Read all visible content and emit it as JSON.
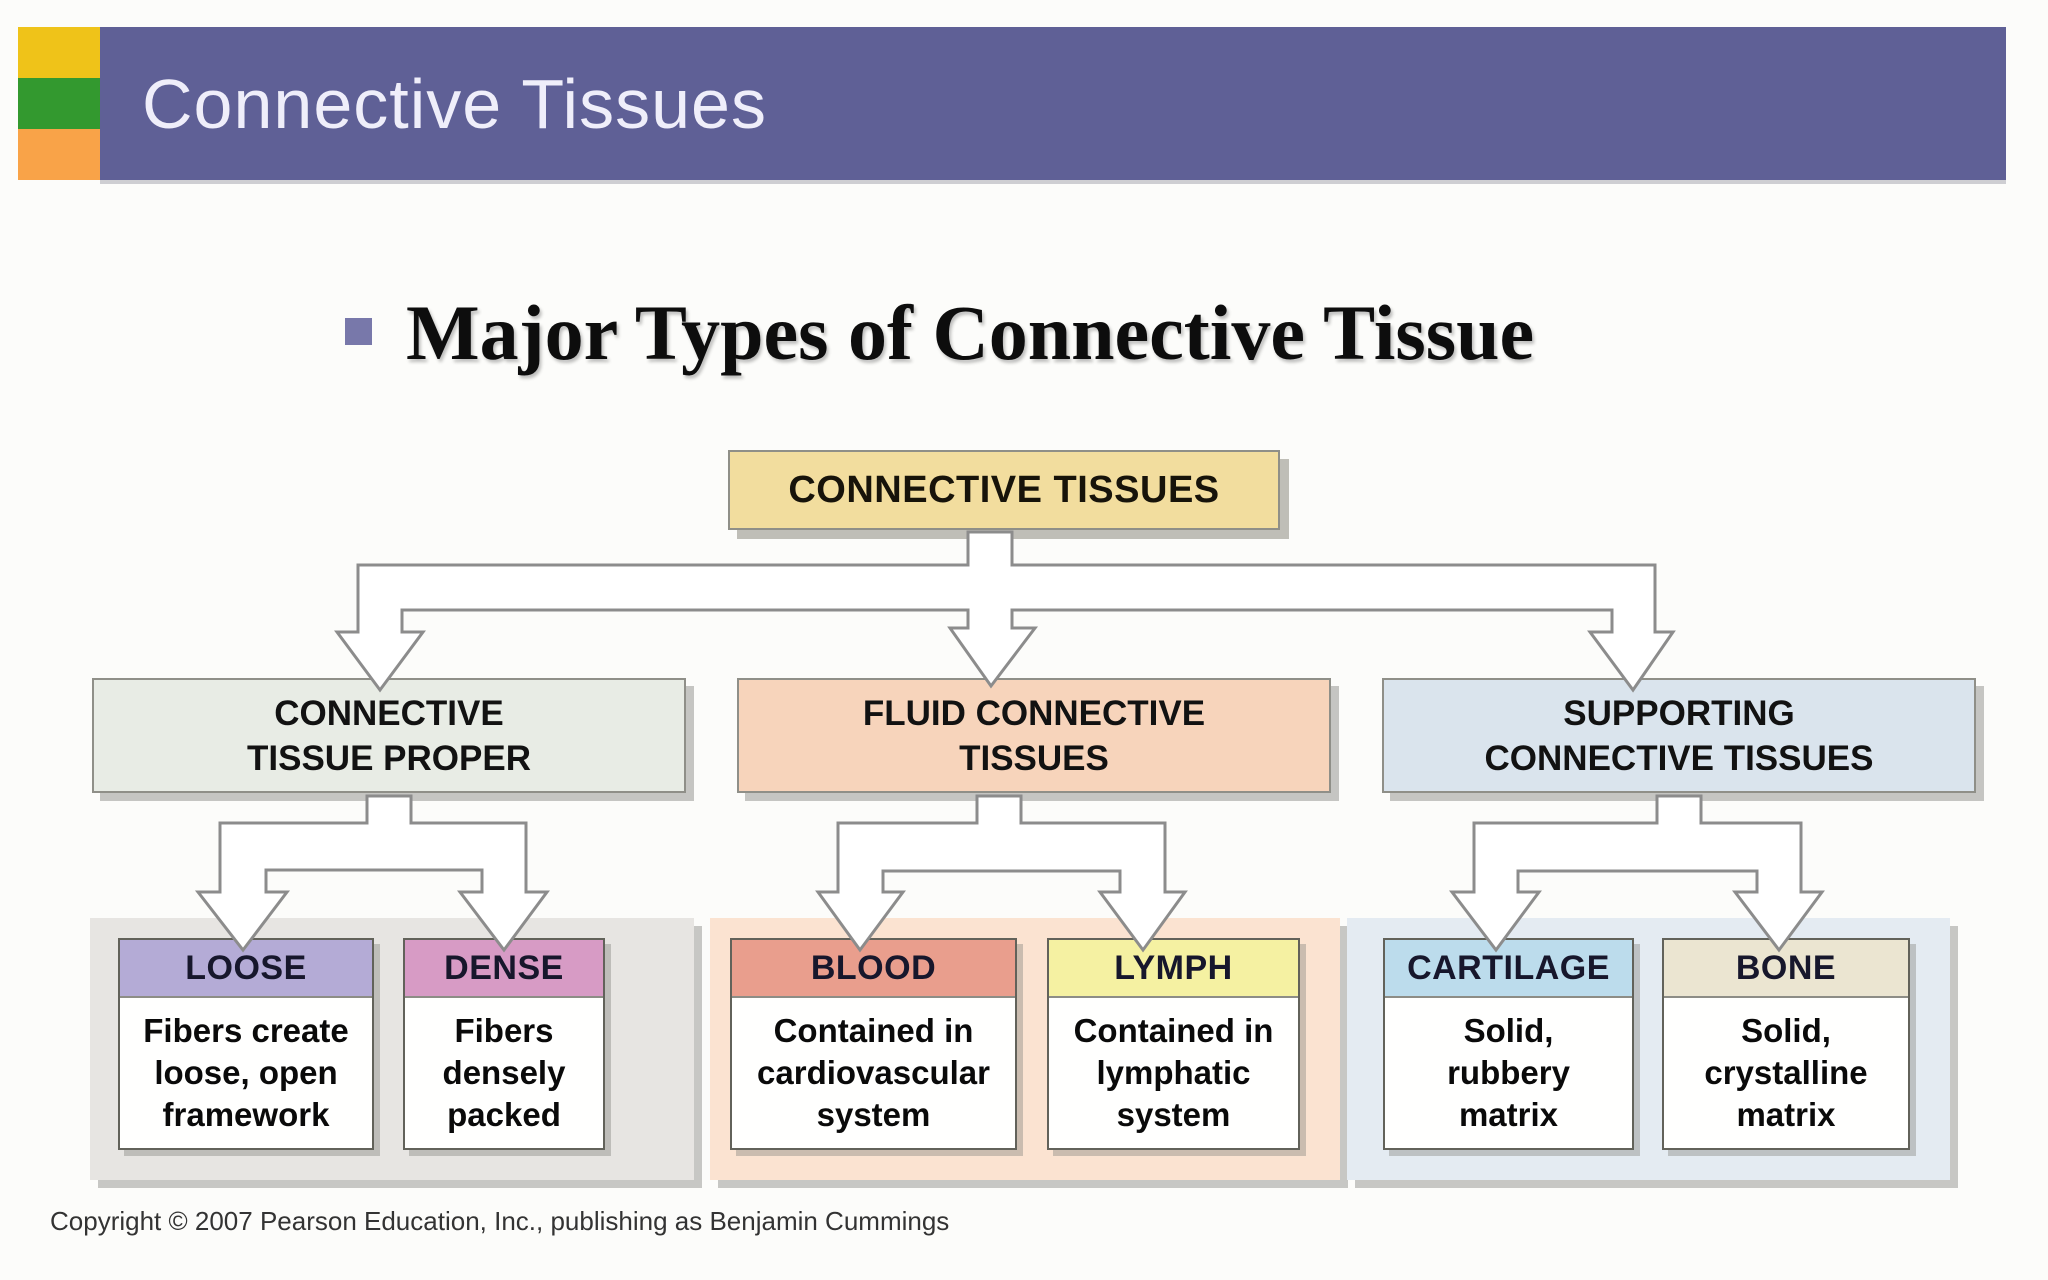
{
  "slide": {
    "title": "Connective Tissues",
    "heading": "Major Types of Connective Tissue",
    "copyright": "Copyright © 2007 Pearson Education, Inc., publishing as Benjamin Cummings"
  },
  "colors": {
    "header_bar": "#5f6096",
    "header_square_yellow": "#efc319",
    "header_square_green": "#33992f",
    "header_square_orange": "#f9a348",
    "bullet": "#7878aa",
    "connector_stroke": "#8c8c8c"
  },
  "diagram": {
    "root": {
      "label": "CONNECTIVE TISSUES",
      "fill": "#f2dd9e"
    },
    "branches": [
      {
        "label_lines": [
          "CONNECTIVE",
          "TISSUE PROPER"
        ],
        "fill": "#e8ece5",
        "panel_fill": "#e7e5e2",
        "children": [
          {
            "label": "LOOSE",
            "header_fill": "#b4abd6",
            "body_lines": [
              "Fibers create",
              "loose, open",
              "framework"
            ]
          },
          {
            "label": "DENSE",
            "header_fill": "#d79bc5",
            "body_lines": [
              "Fibers",
              "densely",
              "packed"
            ]
          }
        ]
      },
      {
        "label_lines": [
          "FLUID CONNECTIVE",
          "TISSUES"
        ],
        "fill": "#f7d4bb",
        "panel_fill": "#fbe3d1",
        "children": [
          {
            "label": "BLOOD",
            "header_fill": "#e99e8d",
            "body_lines": [
              "Contained in",
              "cardiovascular",
              "system"
            ]
          },
          {
            "label": "LYMPH",
            "header_fill": "#f5f1a2",
            "body_lines": [
              "Contained in",
              "lymphatic",
              "system"
            ]
          }
        ]
      },
      {
        "label_lines": [
          "SUPPORTING",
          "CONNECTIVE TISSUES"
        ],
        "fill": "#dae4ed",
        "panel_fill": "#e4ebf2",
        "children": [
          {
            "label": "CARTILAGE",
            "header_fill": "#bcdcec",
            "body_lines": [
              "Solid,",
              "rubbery",
              "matrix"
            ]
          },
          {
            "label": "BONE",
            "header_fill": "#ebe5d1",
            "body_lines": [
              "Solid,",
              "crystalline",
              "matrix"
            ]
          }
        ]
      }
    ]
  }
}
